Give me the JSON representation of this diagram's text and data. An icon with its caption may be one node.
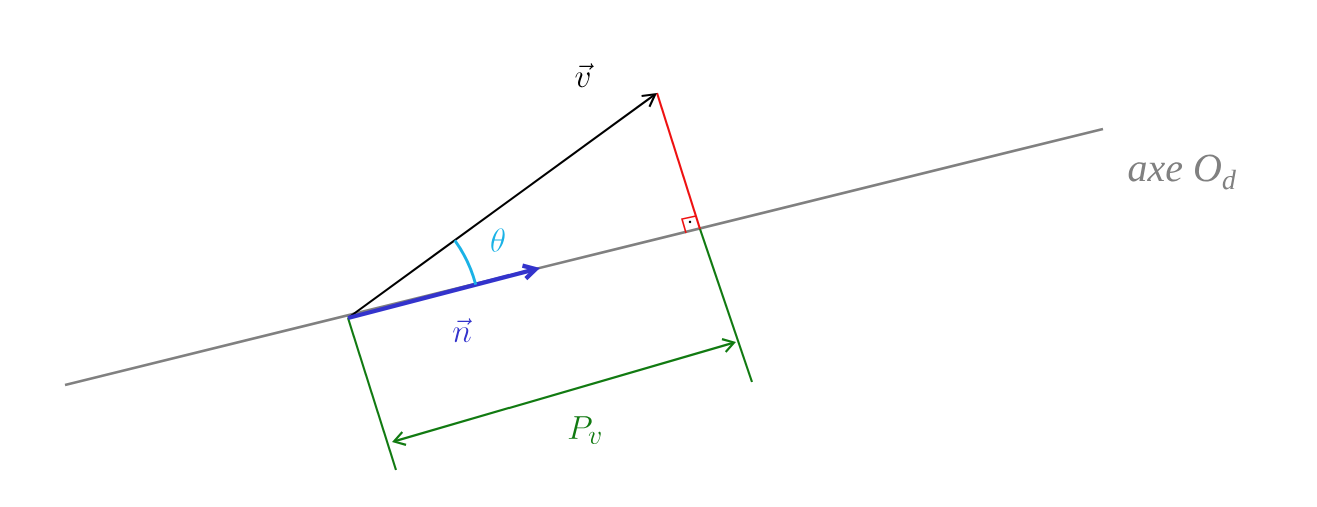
{
  "diagram": {
    "labels": [
      "\\vec{v}",
      "\\theta",
      "\\vec{n}",
      "axe O$_{d}$",
      "P_v"
    ]
  }
}
